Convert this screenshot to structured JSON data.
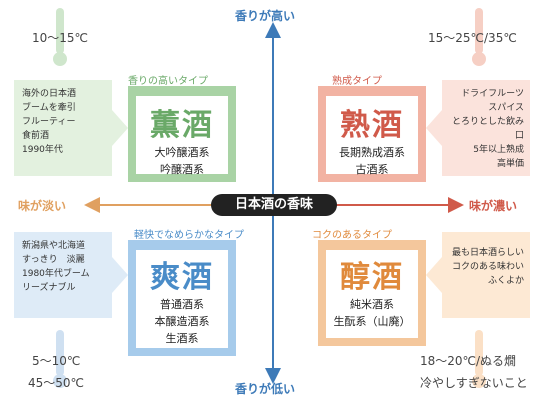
{
  "axis": {
    "top": "香りが高い",
    "bottom": "香りが低い",
    "left": "味が淡い",
    "right": "味が濃い",
    "center": "日本酒の香味"
  },
  "colors": {
    "green": "#8cc08a",
    "green_light": "#e3f1df",
    "red": "#e2735f",
    "red_light": "#fbe3dc",
    "blue": "#7bb2df",
    "blue_light": "#deebf7",
    "orange": "#eba566",
    "orange_light": "#fde9d4",
    "axis_v": "#3d7ab8",
    "axis_h_left": "#e0a060",
    "axis_h_right": "#d05a4a"
  },
  "quadrants": {
    "kunshu": {
      "temp": "10～15℃",
      "type_label": "香りの高いタイプ",
      "name": "薫酒",
      "kinds": [
        "大吟醸酒系",
        "吟醸酒系"
      ],
      "notes": [
        "海外の日本酒",
        "ブームを牽引",
        "フルーティー",
        "食前酒",
        "1990年代"
      ]
    },
    "jukushu": {
      "temp": "15～25℃/35℃",
      "type_label": "熟成タイプ",
      "name": "熟酒",
      "kinds": [
        "長期熟成酒系",
        "古酒系"
      ],
      "notes": [
        "ドライフルーツ",
        "スパイス",
        "とろりとした飲み口",
        "5年以上熟成",
        "高単価"
      ]
    },
    "soushu": {
      "temp1": "5～10℃",
      "temp2": "45～50℃",
      "type_label": "軽快でなめらかなタイプ",
      "name": "爽酒",
      "kinds": [
        "普通酒系",
        "本醸造酒系",
        "生酒系"
      ],
      "notes": [
        "新潟県や北海道",
        "すっきり　淡麗",
        "1980年代ブーム",
        "リーズナブル"
      ]
    },
    "junshu": {
      "temp1": "18～20℃/ぬる燗",
      "temp2": "冷やしすぎないこと",
      "type_label": "コクのあるタイプ",
      "name": "醇酒",
      "kinds": [
        "純米酒系",
        "生酛系（山廃）"
      ],
      "notes": [
        "最も日本酒らしい",
        "コクのある味わい",
        "ふくよか"
      ]
    }
  }
}
